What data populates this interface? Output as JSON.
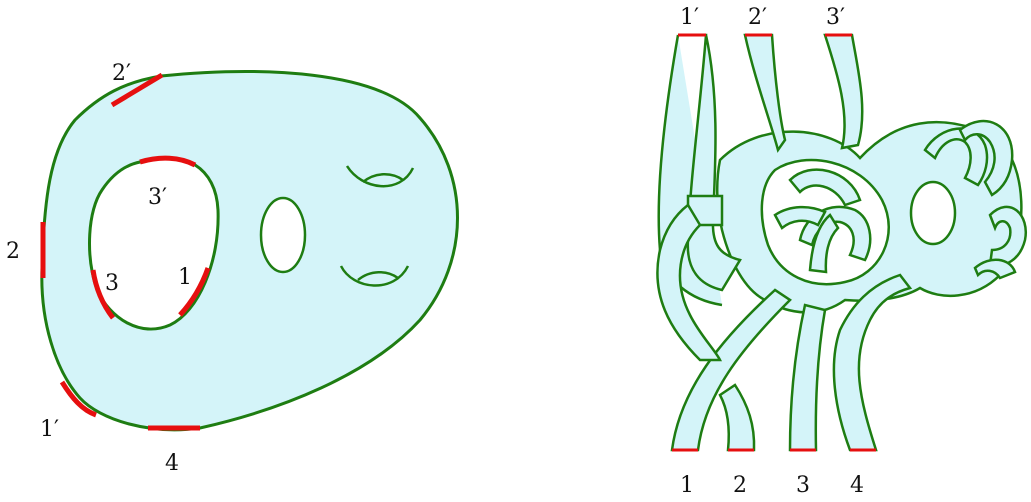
{
  "colors": {
    "surface_fill": "#d4f4f9",
    "outline": "#1e7d12",
    "boundary_mark": "#e60f0f"
  },
  "left_figure": {
    "outer_labels": {
      "l2p": "2′",
      "l2": "2",
      "l1p": "1′",
      "l4": "4"
    },
    "inner_labels": {
      "l3p": "3′",
      "l3": "3",
      "l1": "1"
    }
  },
  "right_figure": {
    "top_labels": [
      "1′",
      "2′",
      "3′"
    ],
    "bottom_labels": [
      "1",
      "2",
      "3",
      "4"
    ]
  }
}
